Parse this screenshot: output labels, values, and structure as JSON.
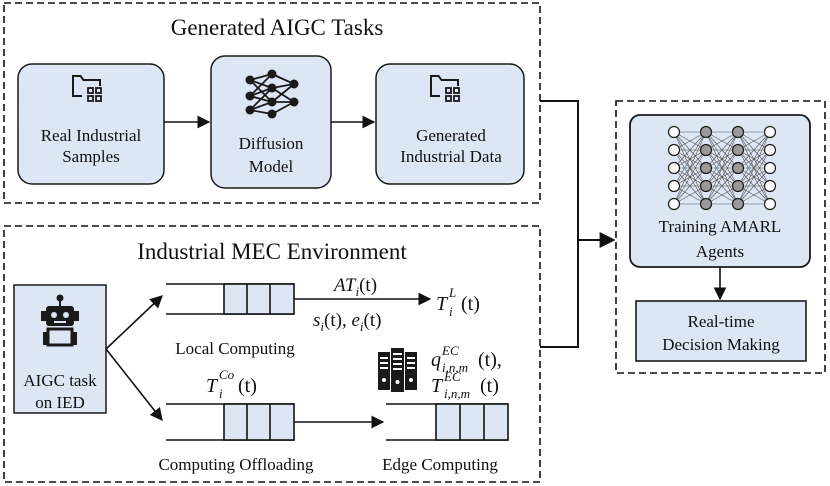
{
  "colors": {
    "box_fill": "#dce6f4",
    "box_stroke": "#1a1a1a",
    "queue_fill": "#dce6f4",
    "node_fill": "#ffffff",
    "node_dark": "#9a9a9a",
    "icon_dark": "#1a1a1a"
  },
  "aigc_section": {
    "title": "Generated AIGC Tasks",
    "real_samples": {
      "line1": "Real Industrial",
      "line2": "Samples",
      "icon": "folder-grid-icon"
    },
    "diffusion": {
      "line1": "Diffusion",
      "line2": "Model",
      "icon": "neural-network-icon"
    },
    "generated": {
      "line1": "Generated",
      "line2": "Industrial Data",
      "icon": "folder-grid-icon"
    }
  },
  "mec_section": {
    "title": "Industrial MEC Environment",
    "ied": {
      "line1": "AIGC task",
      "line2": "on IED",
      "icon": "robot-icon"
    },
    "local_label": "Local Computing",
    "offload_label": "Computing Offloading",
    "edge_label": "Edge Computing",
    "edge_icon": "server-rack-icon",
    "at": {
      "base": "AT",
      "sub": "i",
      "arg": "(t)"
    },
    "tl": {
      "base": "T",
      "sub": "i",
      "sup": "L",
      "arg": "(t)"
    },
    "se": {
      "s": "s",
      "e": "e",
      "sub": "i",
      "arg": "(t)",
      "sep": ", "
    },
    "tco": {
      "base": "T",
      "sub": "i",
      "sup": "Co",
      "arg": "(t)"
    },
    "q_ec": {
      "base": "q",
      "sub": "i,n,m",
      "sup": "EC",
      "arg": "(t),",
      "tail": ""
    },
    "t_ec": {
      "base": "T",
      "sub": "i,n,m",
      "sup": "EC",
      "arg": "(t)"
    }
  },
  "agent_section": {
    "training": {
      "line1": "Training AMARL",
      "line2": "Agents",
      "icon": "deep-network-icon"
    },
    "realtime": {
      "line1": "Real-time",
      "line2": "Decision Making"
    }
  }
}
